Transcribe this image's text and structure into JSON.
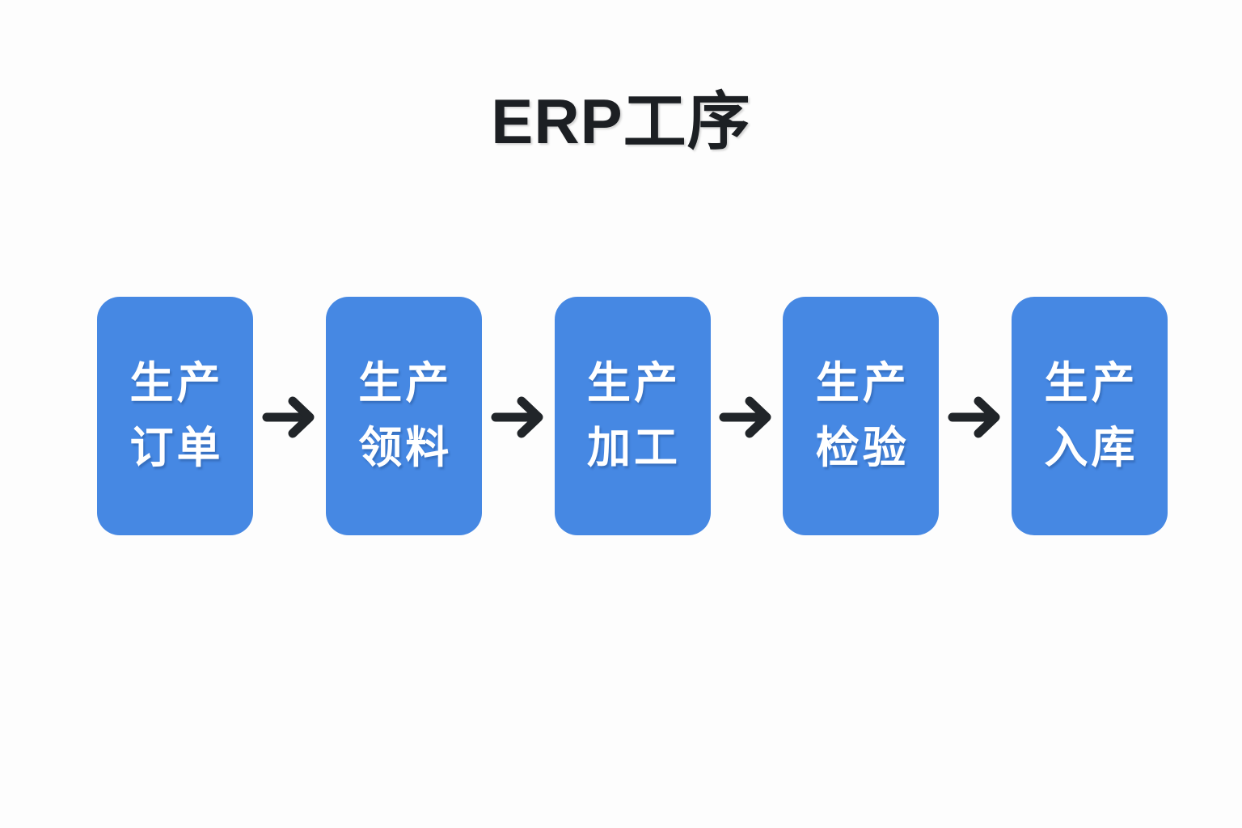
{
  "page": {
    "title": "ERP工序",
    "background_color": "#fdfdfd",
    "title_color": "#1c1f23"
  },
  "diagram": {
    "type": "linear-flow",
    "orientation": "horizontal",
    "node_color": "#4688e3",
    "node_text_color": "#ffffff",
    "arrow_color": "#212529",
    "arrow_icon": "arrow-right-icon",
    "nodes": [
      {
        "id": "step-1",
        "line1": "生产",
        "line2": "订单",
        "full": "生产订单"
      },
      {
        "id": "step-2",
        "line1": "生产",
        "line2": "领料",
        "full": "生产领料"
      },
      {
        "id": "step-3",
        "line1": "生产",
        "line2": "加工",
        "full": "生产加工"
      },
      {
        "id": "step-4",
        "line1": "生产",
        "line2": "检验",
        "full": "生产检验"
      },
      {
        "id": "step-5",
        "line1": "生产",
        "line2": "入库",
        "full": "生产入库"
      }
    ],
    "connectors": [
      {
        "id": "arrow-1",
        "from": "step-1",
        "to": "step-2"
      },
      {
        "id": "arrow-2",
        "from": "step-2",
        "to": "step-3"
      },
      {
        "id": "arrow-3",
        "from": "step-3",
        "to": "step-4"
      },
      {
        "id": "arrow-4",
        "from": "step-4",
        "to": "step-5"
      }
    ]
  }
}
